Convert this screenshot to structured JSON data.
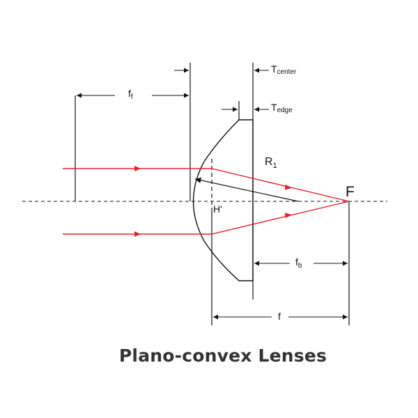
{
  "diagram": {
    "caption": "Plano-convex Lenses",
    "labels": {
      "t_center_main": "T",
      "t_center_sub": "center",
      "t_edge_main": "T",
      "t_edge_sub": "edge",
      "ff_main": "f",
      "ff_sub": "f",
      "r1_main": "R",
      "r1_sub": "1",
      "focal_point": "F",
      "principal_plane": "H'",
      "fb_main": "f",
      "fb_sub": "b",
      "f": "f"
    },
    "colors": {
      "ray": "#e8202a",
      "line": "#111111",
      "caption": "#333333"
    }
  }
}
